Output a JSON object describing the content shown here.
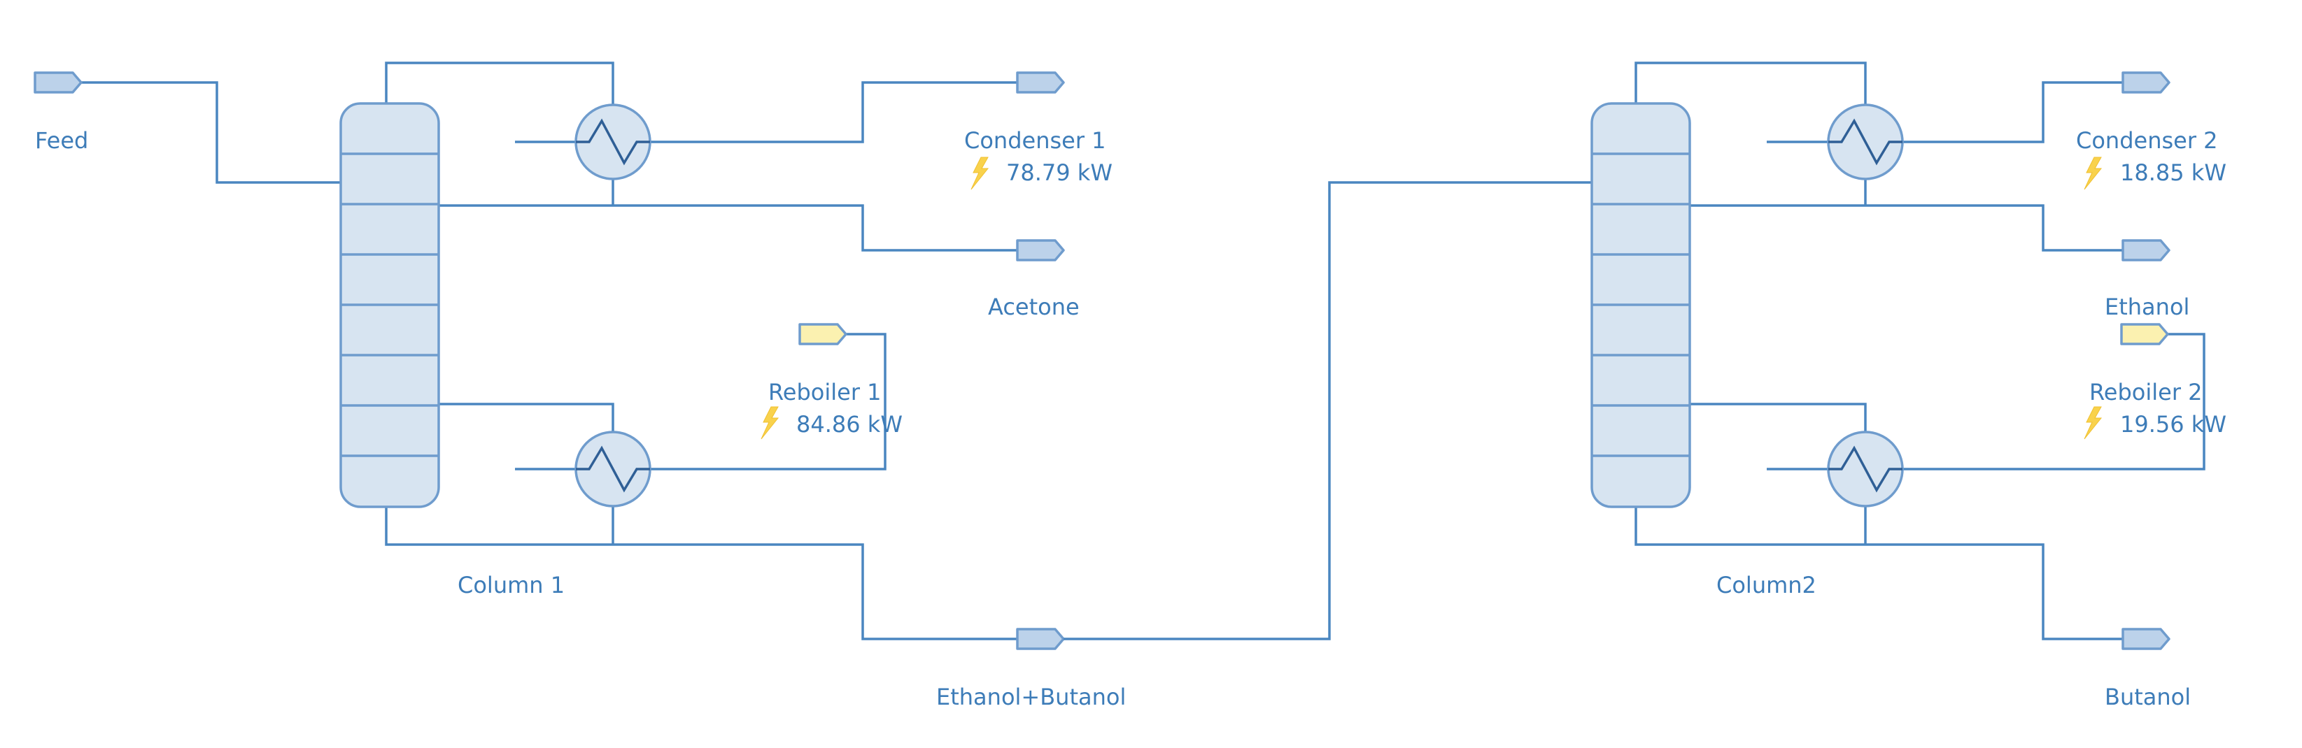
{
  "labels": {
    "feed": "Feed",
    "column1": "Column 1",
    "column2": "Column2",
    "condenser1": "Condenser 1",
    "condenser1_duty": "78.79 kW",
    "reboiler1": "Reboiler 1",
    "reboiler1_duty": "84.86 kW",
    "condenser2": "Condenser 2",
    "condenser2_duty": "18.85 kW",
    "reboiler2": "Reboiler 2",
    "reboiler2_duty": "19.56 kW",
    "acetone": "Acetone",
    "ethanol_butanol": "Ethanol+Butanol",
    "ethanol": "Ethanol",
    "butanol": "Butanol"
  },
  "icons": {
    "stream_arrow": "stream-arrow-icon",
    "energy_arrow": "energy-arrow-icon",
    "duty": "lightning-bolt-icon",
    "heat_exchanger": "heat-exchanger-icon",
    "column": "distillation-column-icon"
  },
  "colors": {
    "line": "#4a86c0",
    "vessel_fill": "#d7e4f1",
    "label_text": "#3d7cb8",
    "energy_stream": "#fbf1b0",
    "bolt": "#f9d24c"
  }
}
